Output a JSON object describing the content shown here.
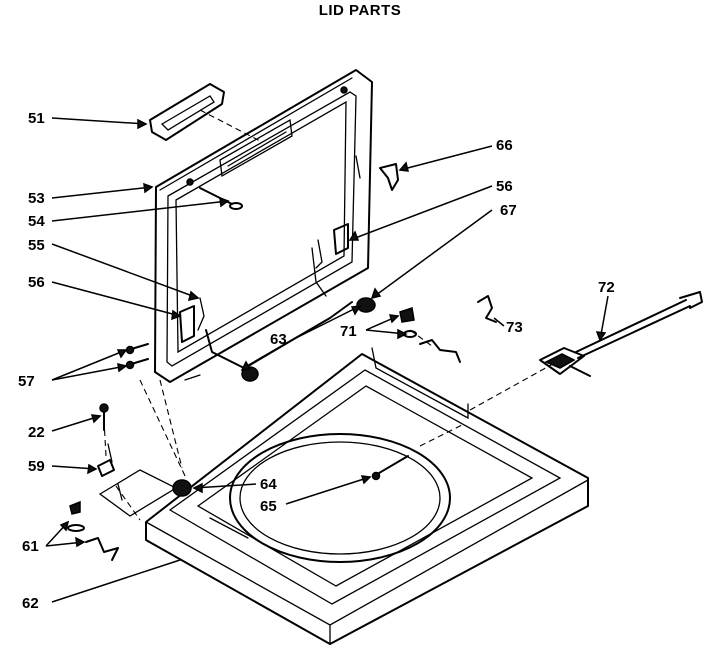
{
  "title": "LID PARTS",
  "callouts": [
    {
      "id": "51",
      "label": "51"
    },
    {
      "id": "53",
      "label": "53"
    },
    {
      "id": "54",
      "label": "54"
    },
    {
      "id": "55",
      "label": "55"
    },
    {
      "id": "56a",
      "label": "56"
    },
    {
      "id": "56b",
      "label": "56"
    },
    {
      "id": "57",
      "label": "57"
    },
    {
      "id": "22",
      "label": "22"
    },
    {
      "id": "59",
      "label": "59"
    },
    {
      "id": "61",
      "label": "61"
    },
    {
      "id": "62",
      "label": "62"
    },
    {
      "id": "63",
      "label": "63"
    },
    {
      "id": "64",
      "label": "64"
    },
    {
      "id": "65",
      "label": "65"
    },
    {
      "id": "66",
      "label": "66"
    },
    {
      "id": "67",
      "label": "67"
    },
    {
      "id": "71",
      "label": "71"
    },
    {
      "id": "72",
      "label": "72"
    },
    {
      "id": "73",
      "label": "73"
    }
  ]
}
